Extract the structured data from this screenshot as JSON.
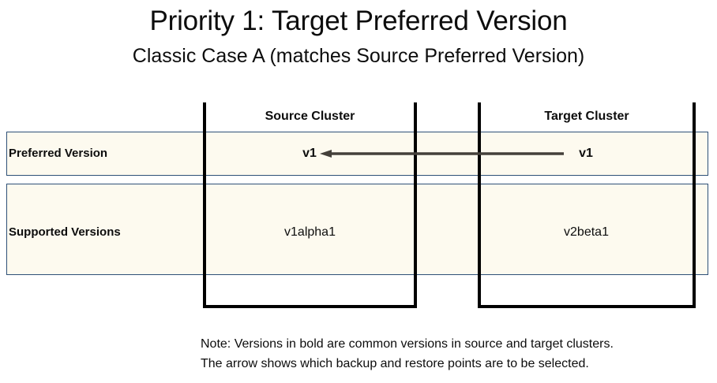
{
  "title": "Priority 1: Target Preferred Version",
  "subtitle": "Classic Case A (matches Source Preferred Version)",
  "colors": {
    "band_fill": "#fdfaef",
    "band_border": "#2e5077",
    "box_border": "#000000",
    "arrow": "#44403a",
    "text": "#0d0d0d"
  },
  "table": {
    "row_labels": [
      "Preferred Version",
      "Supported Versions"
    ],
    "columns": [
      {
        "header": "Source Cluster"
      },
      {
        "header": "Target Cluster"
      }
    ],
    "cells": {
      "source_preferred": "v1",
      "target_preferred": "v1",
      "source_supported": "v1alpha1",
      "target_supported": "v2beta1"
    }
  },
  "arrow": {
    "name": "selection-arrow",
    "direction": "right-to-left",
    "from": "target_preferred",
    "to": "source_preferred"
  },
  "footnote": {
    "line1": "Note: Versions in bold are common versions in source and target clusters.",
    "line2": "The arrow shows which backup and restore points are to be selected."
  }
}
